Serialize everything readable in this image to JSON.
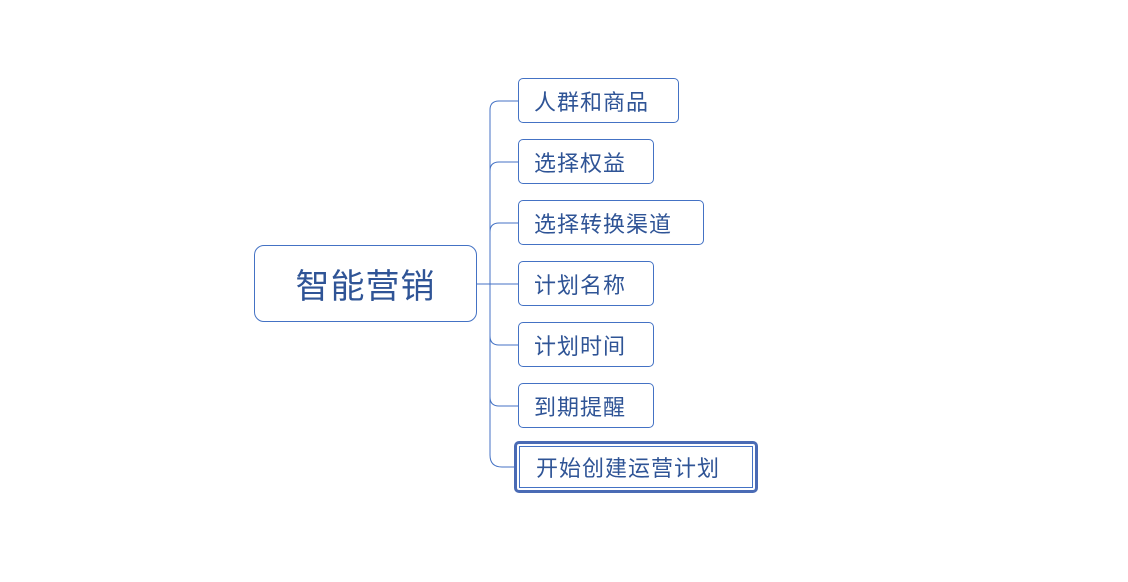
{
  "diagram": {
    "root": {
      "label": "智能营销"
    },
    "children": [
      {
        "label": "人群和商品"
      },
      {
        "label": "选择权益"
      },
      {
        "label": "选择转换渠道"
      },
      {
        "label": "计划名称"
      },
      {
        "label": "计划时间"
      },
      {
        "label": "到期提醒"
      },
      {
        "label": "开始创建运营计划",
        "selected": true
      }
    ]
  },
  "colors": {
    "line": "#4472c4",
    "text": "#2f5496",
    "selected_border": "#4a6bb5"
  }
}
